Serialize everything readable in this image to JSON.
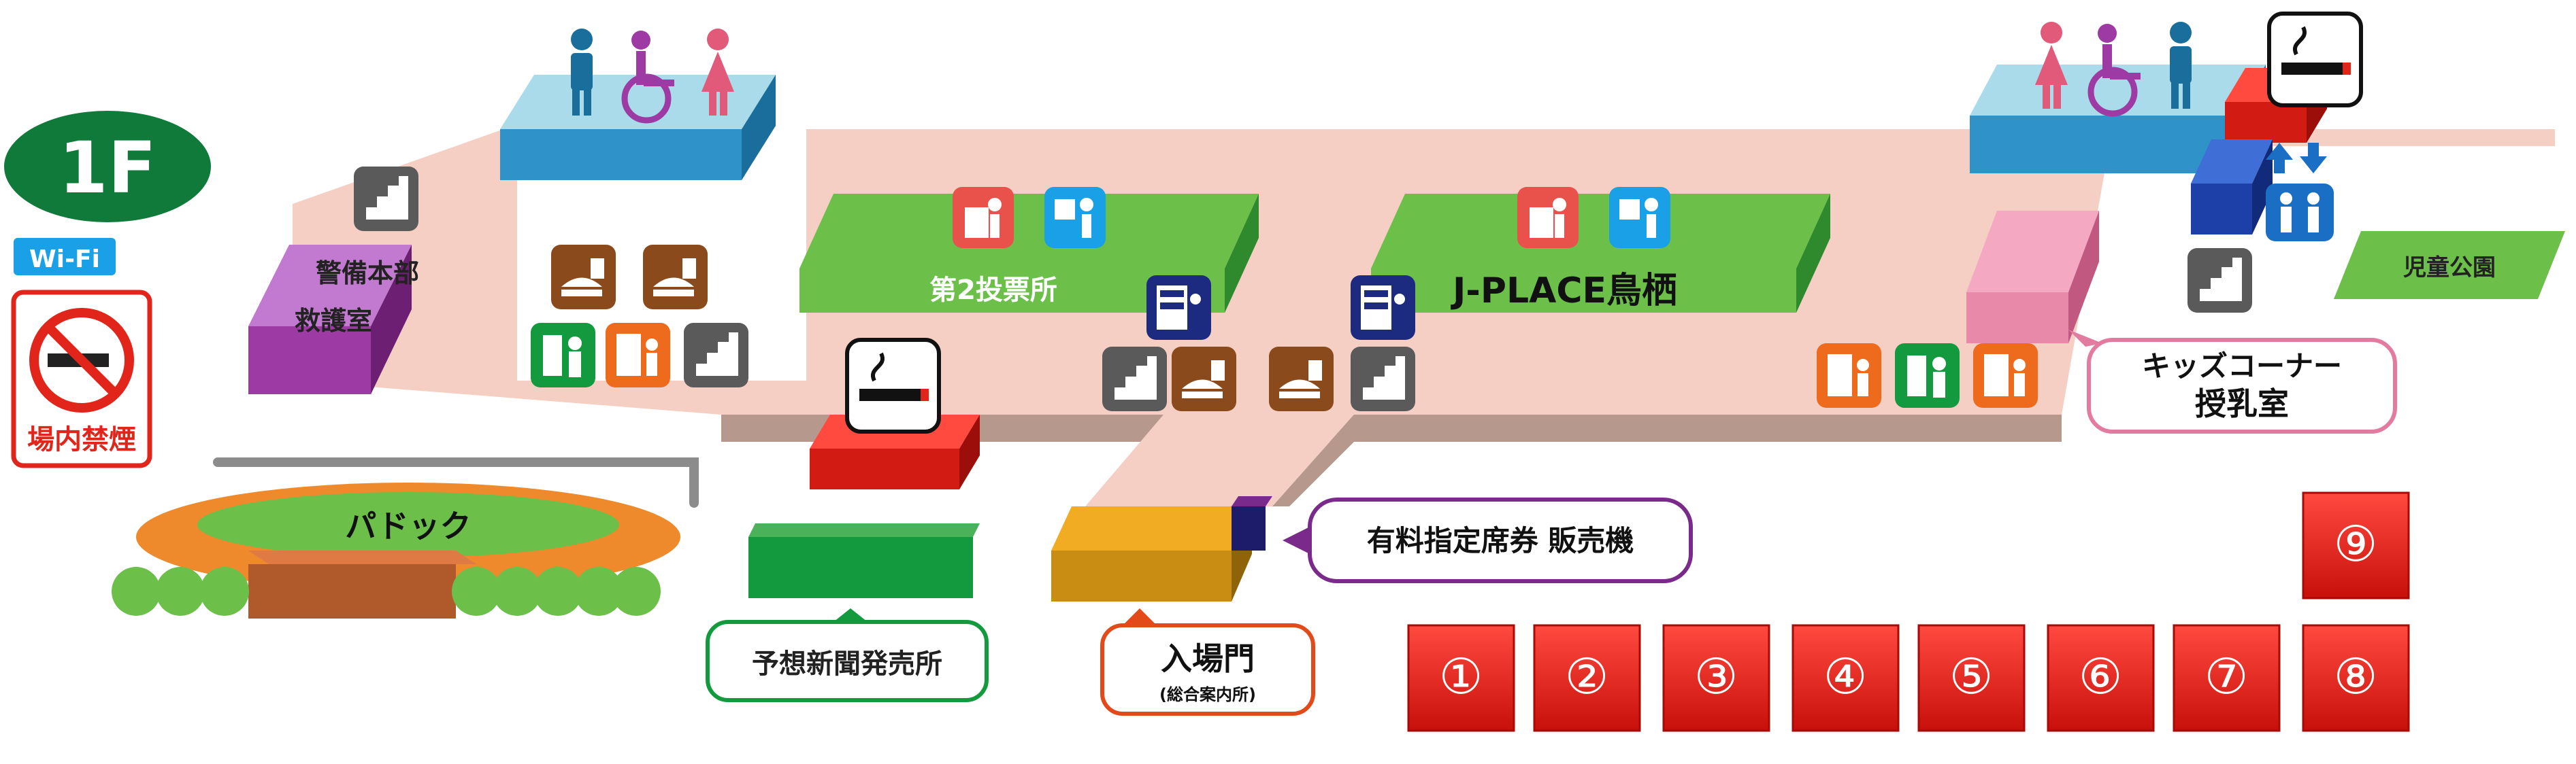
{
  "floor": {
    "label": "1F",
    "wifi": "Wi-Fi",
    "no_smoking_label": "場内禁煙"
  },
  "facilities": {
    "security_hq": "警備本部",
    "first_aid": "救護室",
    "second_betting": "第2投票所",
    "jplace": "J-PLACE鳥栖",
    "paddock": "パドック",
    "newspaper": "予想新聞発売所",
    "entrance": "入場門",
    "info_desk": "(総合案内所)",
    "reserved_seat_machine": "有料指定席券 販売機",
    "kids_corner": "キッズコーナー",
    "nursing_room": "授乳室",
    "kids_park": "児童公園"
  },
  "stands": [
    "①",
    "②",
    "③",
    "④",
    "⑤",
    "⑥",
    "⑦",
    "⑧",
    "⑨"
  ],
  "colors": {
    "floor": "#f6cfc4",
    "green": "#6cc04a",
    "dark_green": "#139a3f",
    "purple": "#9d3aa3",
    "red": "#e1251b",
    "blue": "#2f93c9",
    "light_blue": "#a9dbea",
    "orange": "#ee8a2c",
    "pink": "#e889aa",
    "brown": "#b05a2c",
    "gold": "#f2ac24"
  },
  "icons": [
    "male-toilet-icon",
    "wheelchair-toilet-icon",
    "female-toilet-icon",
    "stairs-icon",
    "food-icon",
    "vending-icon",
    "atm-icon",
    "betting-machine-icon",
    "ticket-machine-icon",
    "smoking-area-icon",
    "elevator-icon"
  ]
}
